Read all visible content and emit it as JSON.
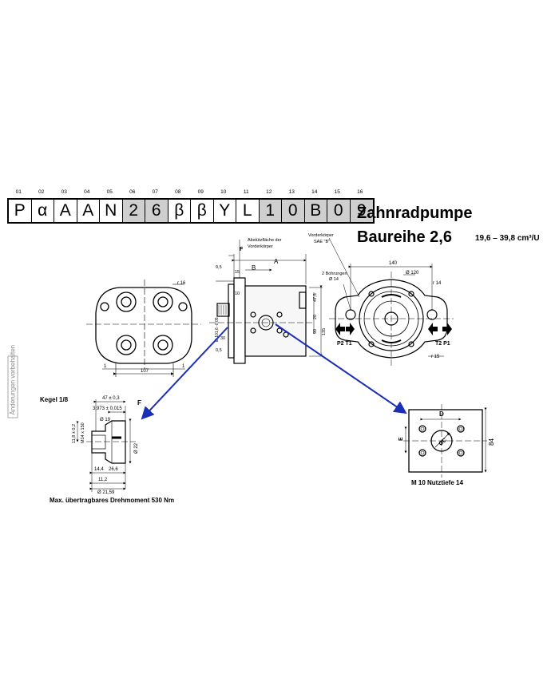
{
  "code": {
    "positions": [
      "01",
      "02",
      "03",
      "04",
      "05",
      "06",
      "07",
      "08",
      "09",
      "10",
      "11",
      "12",
      "13",
      "14",
      "15",
      "16"
    ],
    "letters": [
      "P",
      "α",
      "A",
      "A",
      "N",
      "2",
      "6",
      "β",
      "β",
      "Y",
      "L",
      "1",
      "0",
      "B",
      "0",
      "9"
    ]
  },
  "title": {
    "line1": "Zahnradpumpe",
    "line2": "Baureihe 2,6",
    "range": "19,6 – 39,8 cm³/U"
  },
  "side_note": "Änderungen vorbehalten",
  "front_view": {
    "r16": "r 16",
    "dim_1_left": "1",
    "dim_107": "107",
    "dim_1_right": "1"
  },
  "side_view": {
    "label_abstuetz": "Abstützfläche der",
    "label_vorderkoerper": "Vorderkörper",
    "F": "F",
    "A": "A",
    "B": "B",
    "d95": "9,5",
    "d15": "15",
    "d10": "10",
    "d30": "30",
    "d05": "0,5",
    "d47": "47,5",
    "d20": "20",
    "d90": "90",
    "d135": "135",
    "d101": "Ø 101,6 -0,05"
  },
  "rear_view": {
    "vorderkoerper": "Vorderkörper",
    "sae": "SAE \"B\"",
    "bohrungen": "2 Bohrungen",
    "d14": "Ø 14",
    "d140": "140",
    "d120": "Ø 120",
    "r14": "r 14",
    "r15": "r 15",
    "p2t1": "P2 T1",
    "t2p1": "T2 P1"
  },
  "shaft": {
    "kegel": "Kegel 1/8",
    "d47": "47 ± 0,3",
    "d3973": "3,973 ± 0,015",
    "F": "F",
    "d19": "Ø 19",
    "d118": "11,8 ± 0,2",
    "m14": "M14 x 150",
    "d22": "Ø 22",
    "d144": "14,4",
    "d266": "26,6",
    "d112": "11,2",
    "d2159": "Ø 21,59",
    "torque": "Max. übertragbares Drehmoment 530 Nm"
  },
  "port": {
    "D": "D",
    "E": "E",
    "dC": "ØC",
    "d84": "84",
    "thread": "M 10 Nutztiefe 14"
  }
}
